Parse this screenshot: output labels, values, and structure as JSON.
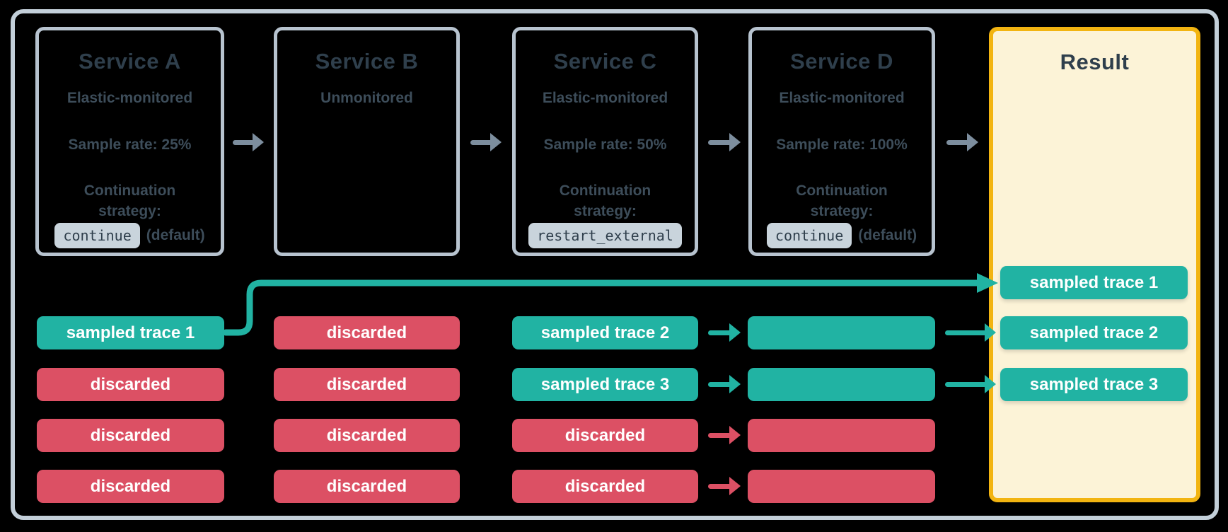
{
  "colors": {
    "bg": "#000000",
    "teal": "#21b3a3",
    "red": "#dc5064",
    "slate": "#2f3f4c",
    "body_slate": "#3d4d5a",
    "chip_bg": "#c9d4dc",
    "chip_text": "#2f3f4c",
    "result_bg": "#fcf3d7",
    "result_border": "#f2b411",
    "arrow_gray": "#7d8e9e",
    "box_border": "#b7c3cf",
    "frame_border": "#c3cfd9",
    "bar_text": "#ffffff"
  },
  "services": [
    {
      "title": "Service A",
      "subtitle": "Elastic-monitored",
      "sample_rate": "Sample rate: 25%",
      "continuation_label": "Continuation strategy:",
      "strategy_code": "continue",
      "strategy_suffix": "(default)"
    },
    {
      "title": "Service B",
      "subtitle": "Unmonitored"
    },
    {
      "title": "Service C",
      "subtitle": "Elastic-monitored",
      "sample_rate": "Sample rate: 50%",
      "continuation_label": "Continuation strategy:",
      "strategy_code": "restart_external"
    },
    {
      "title": "Service D",
      "subtitle": "Elastic-monitored",
      "sample_rate": "Sample rate: 100%",
      "continuation_label": "Continuation strategy:",
      "strategy_code": "continue",
      "strategy_suffix": "(default)"
    }
  ],
  "result": {
    "title": "Result"
  },
  "rows": [
    {
      "result": {
        "label": "sampled trace 1",
        "kind": "sampled"
      },
      "connector_from_service_a": "teal"
    },
    {
      "a": {
        "label": "sampled trace 1",
        "kind": "sampled"
      },
      "b": {
        "label": "discarded",
        "kind": "discarded"
      },
      "c": {
        "label": "sampled trace 2",
        "kind": "sampled"
      },
      "arrow_c_to_d": "teal",
      "d": {
        "label": "",
        "kind": "sampled"
      },
      "arrow_d_to_result": "teal",
      "result": {
        "label": "sampled trace 2",
        "kind": "sampled"
      }
    },
    {
      "a": {
        "label": "discarded",
        "kind": "discarded"
      },
      "b": {
        "label": "discarded",
        "kind": "discarded"
      },
      "c": {
        "label": "sampled trace 3",
        "kind": "sampled"
      },
      "arrow_c_to_d": "teal",
      "d": {
        "label": "",
        "kind": "sampled"
      },
      "arrow_d_to_result": "teal",
      "result": {
        "label": "sampled trace 3",
        "kind": "sampled"
      }
    },
    {
      "a": {
        "label": "discarded",
        "kind": "discarded"
      },
      "b": {
        "label": "discarded",
        "kind": "discarded"
      },
      "c": {
        "label": "discarded",
        "kind": "discarded"
      },
      "arrow_c_to_d": "red",
      "d": {
        "label": "",
        "kind": "discarded"
      }
    },
    {
      "a": {
        "label": "discarded",
        "kind": "discarded"
      },
      "b": {
        "label": "discarded",
        "kind": "discarded"
      },
      "c": {
        "label": "discarded",
        "kind": "discarded"
      },
      "arrow_c_to_d": "red",
      "d": {
        "label": "",
        "kind": "discarded"
      }
    }
  ],
  "service_flow_arrows": [
    "a-to-b",
    "b-to-c",
    "c-to-d",
    "d-to-result"
  ]
}
